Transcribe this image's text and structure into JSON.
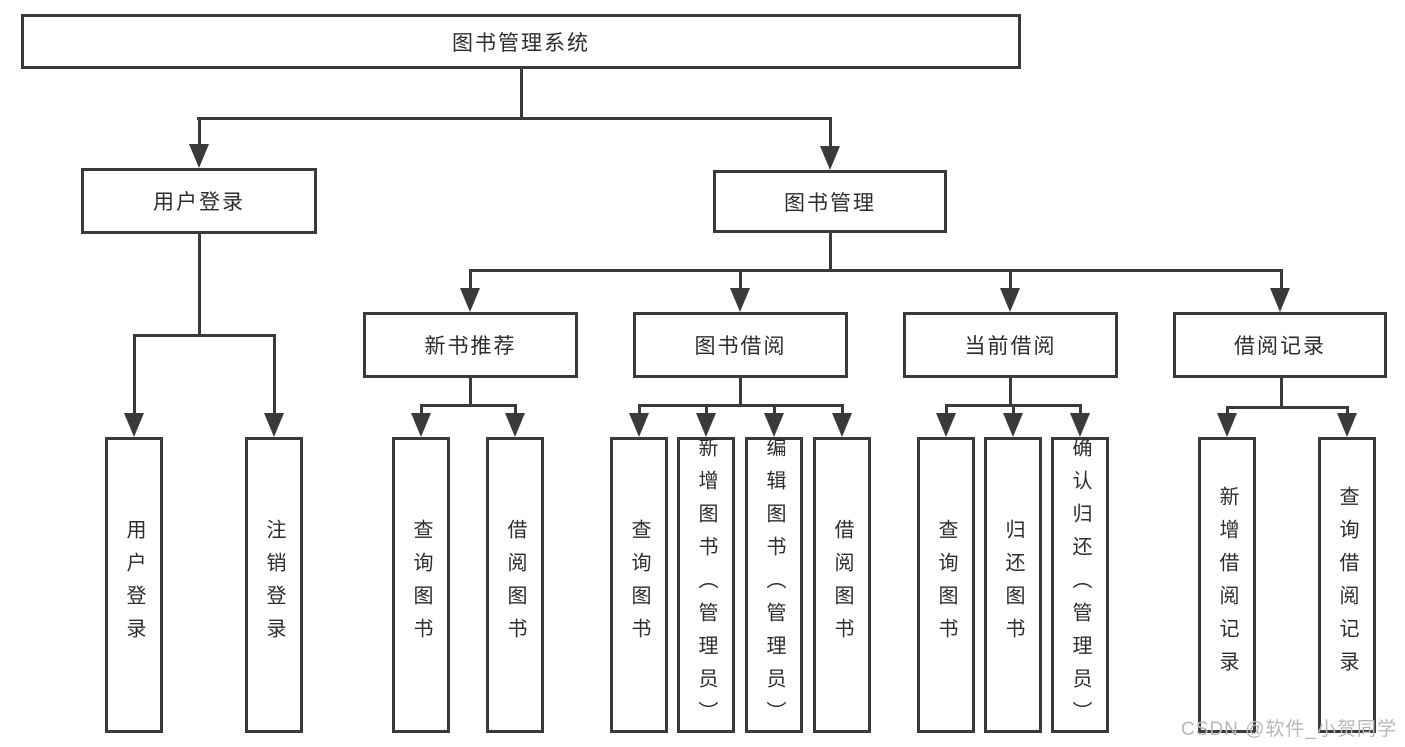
{
  "diagram": {
    "type": "hierarchy-flowchart",
    "title": "图书管理系统",
    "watermark": "CSDN @软件_小贺同学",
    "colors": {
      "line": "#3a3a3a",
      "text": "#2d2d2d",
      "watermark": "#b8b8b8",
      "background": "#ffffff"
    },
    "nodes": {
      "root": {
        "label": "图书管理系统"
      },
      "user_login": {
        "label": "用户登录",
        "parent": "图书管理系统"
      },
      "book_management": {
        "label": "图书管理",
        "parent": "图书管理系统"
      },
      "new_book_recommend": {
        "label": "新书推荐",
        "parent": "图书管理"
      },
      "book_borrow": {
        "label": "图书借阅",
        "parent": "图书管理"
      },
      "current_borrow": {
        "label": "当前借阅",
        "parent": "图书管理"
      },
      "borrow_records": {
        "label": "借阅记录",
        "parent": "图书管理"
      }
    },
    "leaves": [
      {
        "parent": "用户登录",
        "label": "用户登录"
      },
      {
        "parent": "用户登录",
        "label": "注销登录"
      },
      {
        "parent": "新书推荐",
        "label": "查询图书"
      },
      {
        "parent": "新书推荐",
        "label": "借阅图书"
      },
      {
        "parent": "图书借阅",
        "label": "查询图书"
      },
      {
        "parent": "图书借阅",
        "label": "新增图书（管理员）"
      },
      {
        "parent": "图书借阅",
        "label": "编辑图书（管理员）"
      },
      {
        "parent": "图书借阅",
        "label": "借阅图书"
      },
      {
        "parent": "当前借阅",
        "label": "查询图书"
      },
      {
        "parent": "当前借阅",
        "label": "归还图书"
      },
      {
        "parent": "当前借阅",
        "label": "确认归还（管理员）"
      },
      {
        "parent": "借阅记录",
        "label": "新增借阅记录"
      },
      {
        "parent": "借阅记录",
        "label": "查询借阅记录"
      }
    ]
  }
}
